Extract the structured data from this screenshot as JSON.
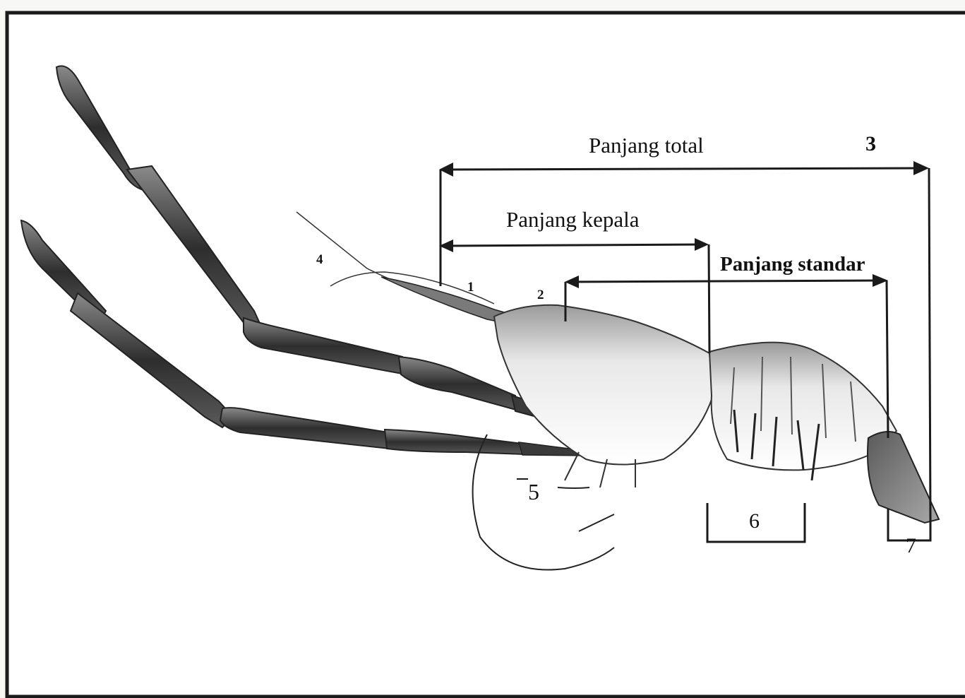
{
  "labels": {
    "total_length": "Panjang total",
    "head_length": "Panjang kepala",
    "standard_length": "Panjang standar",
    "n1": "1",
    "n2": "2",
    "n3": "3",
    "n4": "4",
    "n5": "5",
    "n6": "6",
    "n7": "7"
  },
  "colors": {
    "ink": "#1a1a1a",
    "shell_dark": "#3a3a3a",
    "shell_mid": "#6e6e6e",
    "background": "#ffffff"
  }
}
